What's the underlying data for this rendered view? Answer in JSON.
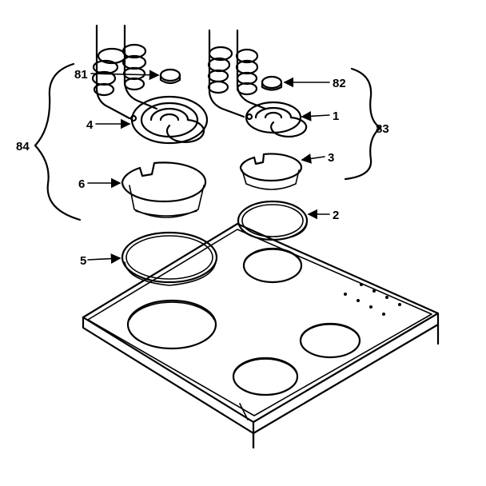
{
  "diagram": {
    "callouts": {
      "c81": "81",
      "c82": "82",
      "c84": "84",
      "c83": "83",
      "c1": "1",
      "c2": "2",
      "c3": "3",
      "c4": "4",
      "c5": "5",
      "c6": "6"
    }
  }
}
